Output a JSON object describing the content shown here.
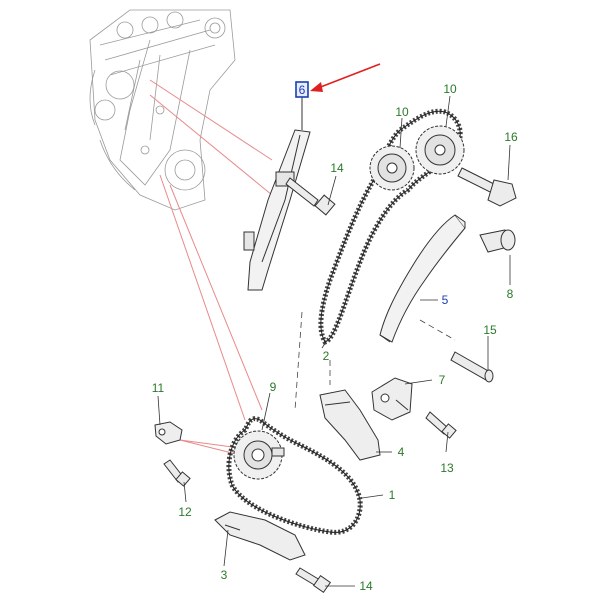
{
  "colors": {
    "callout_green": "#2a7a2a",
    "callout_blue": "#1a3fb0",
    "highlight_box": "#1a3fb0",
    "pointer_arrow": "#e02020",
    "leader_red": "#e88a8a",
    "part_line": "#333333",
    "engine_line": "#9a9a9a"
  },
  "callouts": {
    "c1": "1",
    "c2": "2",
    "c3": "3",
    "c4": "4",
    "c5": "5",
    "c6": "6",
    "c7": "7",
    "c8": "8",
    "c9": "9",
    "c10a": "10",
    "c10b": "10",
    "c11": "11",
    "c12": "12",
    "c13": "13",
    "c14a": "14",
    "c14b": "14",
    "c15": "15",
    "c16": "16"
  },
  "highlighted_part": "6",
  "icons": {
    "pointer": "red-arrow-icon"
  }
}
